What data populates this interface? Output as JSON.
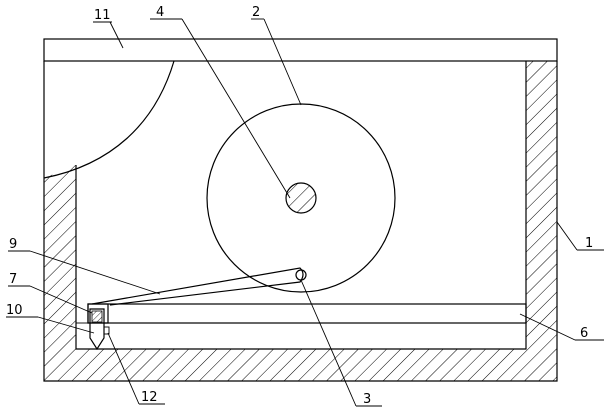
{
  "labels": {
    "l1": "1",
    "l2": "2",
    "l3": "3",
    "l4": "4",
    "l6": "6",
    "l7": "7",
    "l9": "9",
    "l10": "10",
    "l11": "11",
    "l12": "12"
  }
}
